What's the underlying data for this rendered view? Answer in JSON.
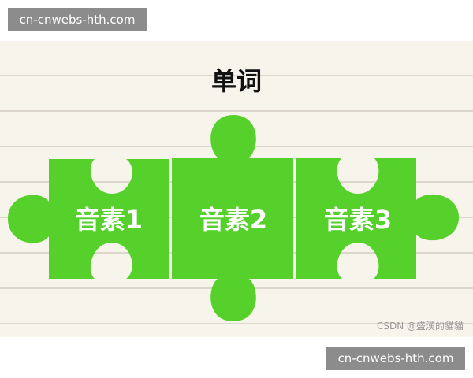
{
  "watermark": {
    "top": "cn-cnwebs-hth.com",
    "bottom": "cn-cnwebs-hth.com"
  },
  "diagram": {
    "title": "单词",
    "pieces": [
      {
        "label": "音素1"
      },
      {
        "label": "音素2"
      },
      {
        "label": "音素3"
      }
    ],
    "piece_color": "#56d12c",
    "label_color": "#ffffff"
  },
  "credit": "CSDN @盛漢的貓貓"
}
